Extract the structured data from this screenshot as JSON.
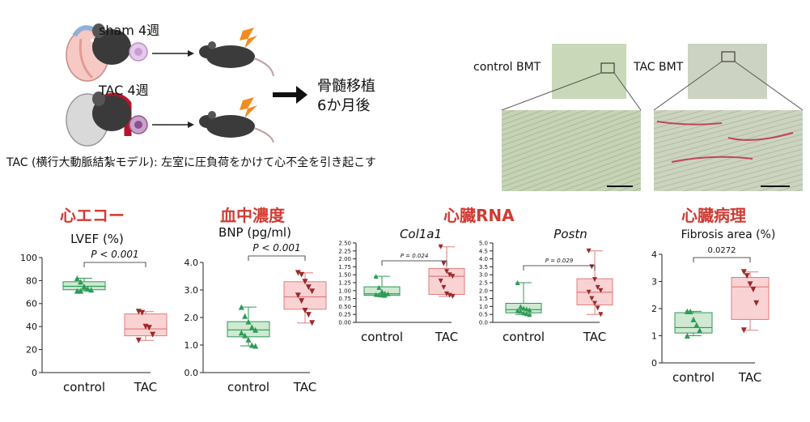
{
  "schematic": {
    "sham_label": "sham  4週",
    "tac_label": "TAC  4週",
    "result_line1": "骨髄移植",
    "result_line2": "6か月後",
    "caption": "TAC (横行大動脈結紮モデル): 左室に圧負荷をかけて心不全を引き起こす"
  },
  "histology": {
    "control_label": "control BMT",
    "tac_label": "TAC BMT"
  },
  "sections": {
    "echo": "心エコー",
    "blood": "血中濃度",
    "rna": "心臓RNA",
    "path": "心臓病理"
  },
  "colors": {
    "control_fill": "#cfe9d2",
    "control_stroke": "#2e9a56",
    "tac_fill": "#f9d3d3",
    "tac_stroke": "#e07b7b",
    "tac_point": "#9b2a2a",
    "title_red": "#d23a32"
  },
  "chart_data": [
    {
      "type": "box",
      "title": "LVEF (%)",
      "categories": [
        "control",
        "TAC"
      ],
      "ylim": [
        0,
        100
      ],
      "yticks": [
        "0",
        "20",
        "40",
        "60",
        "80",
        "100"
      ],
      "annotation": "P < 0.001",
      "series": [
        {
          "group": "control",
          "points": [
            82,
            79,
            75,
            73,
            72,
            71,
            71
          ],
          "box": {
            "q1": 72,
            "median": 75,
            "q3": 79,
            "min": 71,
            "max": 82
          }
        },
        {
          "group": "TAC",
          "points": [
            53,
            52,
            40,
            39,
            33,
            28
          ],
          "box": {
            "q1": 32,
            "median": 38,
            "q3": 51,
            "min": 28,
            "max": 53
          }
        }
      ]
    },
    {
      "type": "box",
      "title": "BNP (pg/ml)",
      "categories": [
        "control",
        "TAC"
      ],
      "ylim": [
        0,
        4
      ],
      "yticks": [
        "0.0",
        "1.0",
        "2.0",
        "3.0",
        "4.0"
      ],
      "annotation": "P < 0.001",
      "series": [
        {
          "group": "control",
          "points": [
            2.38,
            2.05,
            1.85,
            1.65,
            1.55,
            1.45,
            1.35,
            1.2,
            1.0,
            0.97
          ],
          "box": {
            "q1": 1.3,
            "median": 1.55,
            "q3": 1.85,
            "min": 0.97,
            "max": 2.38
          }
        },
        {
          "group": "TAC",
          "points": [
            3.62,
            3.55,
            3.3,
            3.1,
            2.95,
            2.8,
            2.6,
            2.25,
            2.1,
            1.8
          ],
          "box": {
            "q1": 2.3,
            "median": 2.75,
            "q3": 3.3,
            "min": 1.8,
            "max": 3.62
          }
        }
      ]
    },
    {
      "type": "box",
      "title": "Col1a1",
      "categories": [
        "control",
        "TAC"
      ],
      "ylim": [
        0,
        2.5
      ],
      "yticks": [
        "0.00",
        "0.25",
        "0.50",
        "0.75",
        "1.00",
        "1.25",
        "1.50",
        "1.75",
        "2.00",
        "2.25",
        "2.50"
      ],
      "annotation": "P = 0.024",
      "series": [
        {
          "group": "control",
          "points": [
            1.45,
            1.1,
            0.98,
            0.92,
            0.9,
            0.88,
            0.87,
            0.86,
            0.85
          ],
          "box": {
            "q1": 0.85,
            "median": 0.9,
            "q3": 1.12,
            "min": 0.85,
            "max": 1.45
          }
        },
        {
          "group": "TAC",
          "points": [
            2.38,
            1.85,
            1.6,
            1.5,
            1.45,
            1.3,
            1.1,
            0.9,
            0.85,
            0.82
          ],
          "box": {
            "q1": 0.88,
            "median": 1.45,
            "q3": 1.7,
            "min": 0.82,
            "max": 2.38
          }
        }
      ]
    },
    {
      "type": "box",
      "title": "Postn",
      "categories": [
        "control",
        "TAC"
      ],
      "ylim": [
        0,
        5
      ],
      "yticks": [
        "0.0",
        "0.5",
        "1.0",
        "1.5",
        "2.0",
        "2.5",
        "3.0",
        "3.5",
        "4.0",
        "4.5",
        "5.0"
      ],
      "annotation": "P = 0.029",
      "series": [
        {
          "group": "control",
          "points": [
            2.5,
            1.0,
            0.9,
            0.85,
            0.8,
            0.75,
            0.7,
            0.6,
            0.55,
            0.5
          ],
          "box": {
            "q1": 0.6,
            "median": 0.8,
            "q3": 1.2,
            "min": 0.5,
            "max": 2.5
          }
        },
        {
          "group": "TAC",
          "points": [
            4.5,
            3.5,
            2.7,
            2.2,
            2.0,
            1.9,
            1.5,
            1.2,
            0.9,
            0.5
          ],
          "box": {
            "q1": 1.1,
            "median": 1.9,
            "q3": 2.75,
            "min": 0.5,
            "max": 4.5
          }
        }
      ]
    },
    {
      "type": "box",
      "title": "Fibrosis area (%)",
      "categories": [
        "control",
        "TAC"
      ],
      "ylim": [
        0,
        4
      ],
      "yticks": [
        "0",
        "1",
        "2",
        "3",
        "4"
      ],
      "annotation": "0.0272",
      "series": [
        {
          "group": "control",
          "points": [
            1.9,
            1.9,
            1.6,
            1.4,
            1.2,
            1.0
          ],
          "box": {
            "q1": 1.1,
            "median": 1.3,
            "q3": 1.85,
            "min": 1.0,
            "max": 1.9
          }
        },
        {
          "group": "TAC",
          "points": [
            3.35,
            3.2,
            2.9,
            2.7,
            2.2,
            1.2
          ],
          "box": {
            "q1": 1.6,
            "median": 2.8,
            "q3": 3.15,
            "min": 1.2,
            "max": 3.35
          }
        }
      ]
    }
  ]
}
